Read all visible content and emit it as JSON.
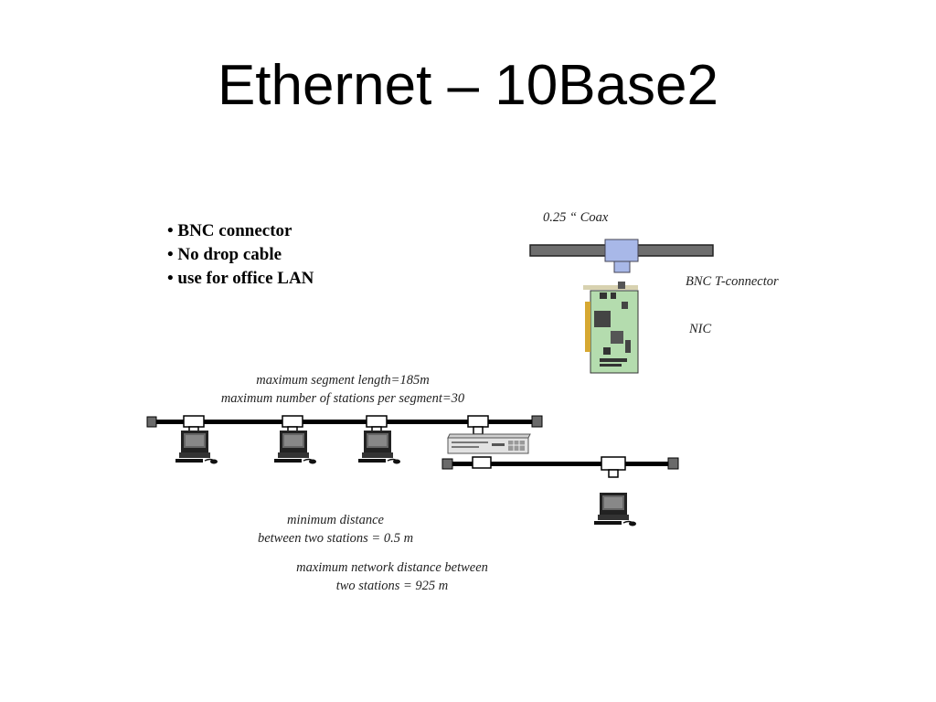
{
  "slide": {
    "title": "Ethernet – 10Base2"
  },
  "bullets": [
    "BNC connector",
    "No drop cable",
    "use for office LAN"
  ],
  "labels": {
    "coax": "0.25 “ Coax",
    "tconnector": "BNC  T-connector",
    "nic": "NIC",
    "max_segment_length": "maximum segment length=185m",
    "max_stations": "maximum number of stations per segment=30",
    "min_distance_line1": "minimum distance",
    "min_distance_line2": "between two stations = 0.5 m",
    "max_network_line1": "maximum network distance between",
    "max_network_line2": "two stations = 925 m"
  },
  "colors": {
    "cable": "#000000",
    "coax": "#6e6e6e",
    "connector": "#a8b8e8",
    "nic_board": "#b4dcae",
    "terminator": "#6a6a6a"
  }
}
